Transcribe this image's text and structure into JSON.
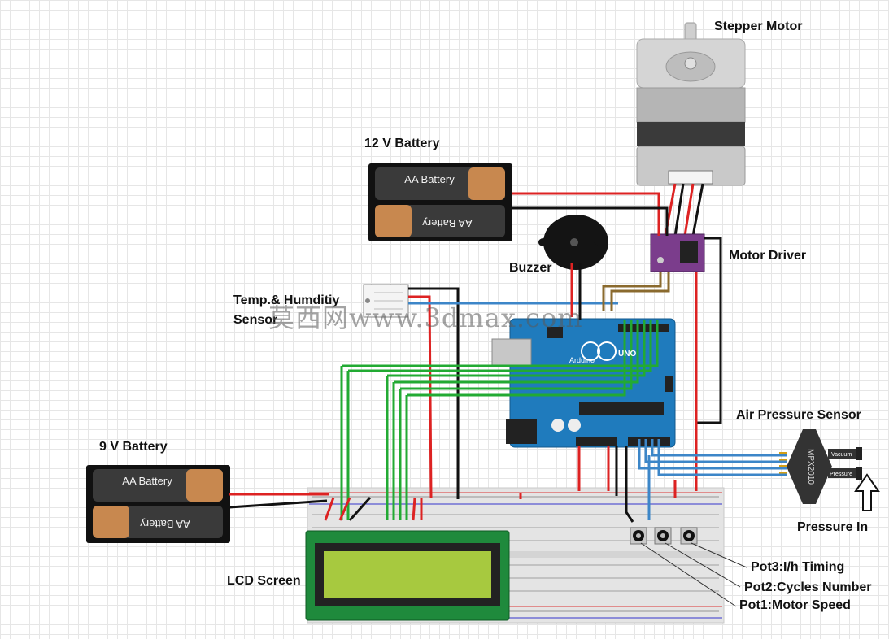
{
  "labels": {
    "stepper_motor": "Stepper Motor",
    "battery_12v": "12 V Battery",
    "buzzer": "Buzzer",
    "motor_driver": "Motor Driver",
    "temp_sensor_line1": "Temp.& Humditiy",
    "temp_sensor_line2": "Sensor",
    "battery_9v": "9 V Battery",
    "air_pressure_sensor": "Air Pressure Sensor",
    "pressure_in": "Pressure In",
    "lcd_screen": "LCD Screen",
    "pot3": "Pot3:I/h Timing",
    "pot2": "Pot2:Cycles Number",
    "pot1": "Pot1:Motor Speed"
  },
  "battery_text": "AA Battery",
  "sensor_chip": "MPX2010",
  "sensor_ports": {
    "vacuum": "Vacuum",
    "pressure": "Pressure"
  },
  "arduino_text": "Arduino",
  "arduino_uno": "UNO",
  "watermark": "莫西网www.3dmax.com"
}
